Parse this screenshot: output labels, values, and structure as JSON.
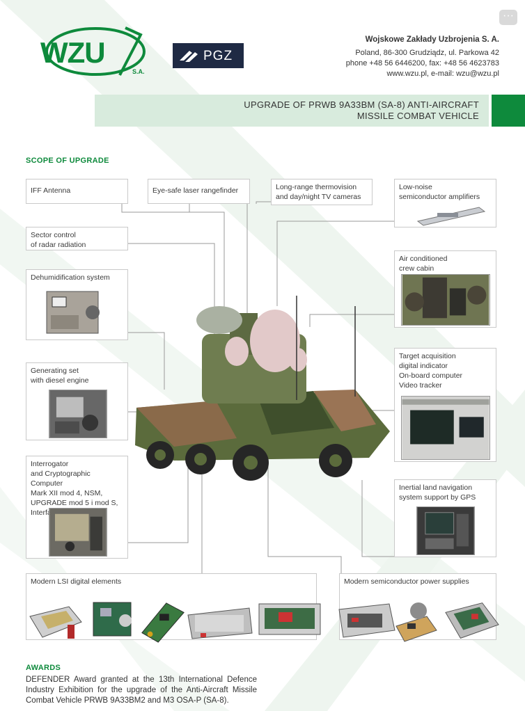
{
  "menu": {
    "icon": "more-icon",
    "label": "···"
  },
  "logos": {
    "wzu": "WZU",
    "wzu_suffix": "S.A.",
    "pgz": "PGZ"
  },
  "company": {
    "name": "Wojskowe Zakłady Uzbrojenia S. A.",
    "address": "Poland, 86-300 Grudziądz, ul. Parkowa 42",
    "phone": "phone +48 56 6446200, fax: +48 56 4623783",
    "web": "www.wzu.pl, e-mail: wzu@wzu.pl"
  },
  "title": "UPGRADE OF PRWB 9A33BM (SA-8) ANTI-AIRCRAFT\nMISSILE COMBAT VEHICLE",
  "scope_title": "SCOPE OF UPGRADE",
  "features": {
    "iff": "IFF Antenna",
    "laser": "Eye-safe laser rangefinder",
    "thermo": "Long-range thermovision\nand day/night TV cameras",
    "lna": "Low-noise\nsemiconductor amplifiers",
    "sector": "Sector control\nof radar radiation",
    "dehum": "Dehumidification system",
    "aircon": "Air conditioned\ncrew cabin",
    "genset": "Generating set\nwith diesel engine",
    "target": "Target acquisition\ndigital indicator\nOn-board computer\nVideo tracker",
    "interrogator": "Interrogator\nand Cryptographic Computer\nMark XII mod 4, NSM,\nUPGRADE mod 5 i mod S,\nInterface unit",
    "inertial": "Inertial land navigation\nsystem support by GPS",
    "lsi": "Modern LSI digital elements",
    "power": "Modern semiconductor power supplies"
  },
  "awards": {
    "title": "AWARDS",
    "text": "DEFENDER Award granted at the 13th International Defence Industry Exhibition for the upgrade of the Anti-Aircraft Missile Combat Vehicle PRWB 9A33BM2 and M3 OSA-P (SA-8)."
  },
  "colors": {
    "brand_green": "#0e8a3c",
    "banner_light": "#d8ebdd",
    "pgz_navy": "#1f2a44"
  }
}
